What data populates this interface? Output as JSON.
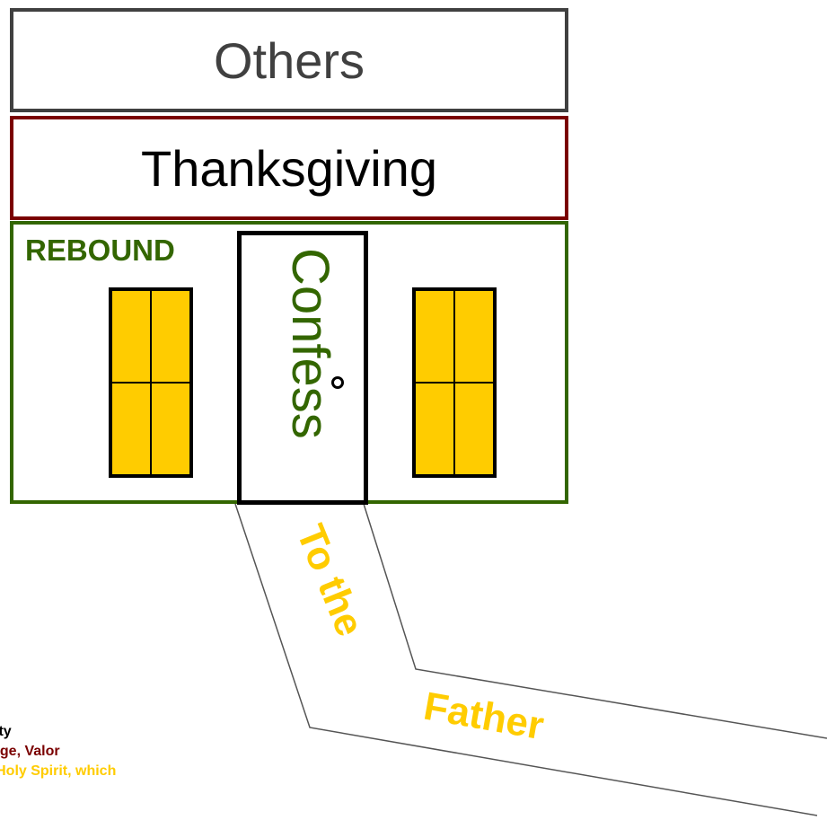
{
  "diagram": {
    "others_label": "Others",
    "thanksgiving_label": "Thanksgiving",
    "rebound_label": "REBOUND",
    "door_label": "Confess",
    "path_words": [
      "To the",
      "Father"
    ]
  },
  "qualities": [
    "grity",
    "urage, Valor",
    "he Holy Spirit, which"
  ],
  "colors": {
    "others_border": "#404040",
    "thanksgiving_border": "#7a0000",
    "rebound_green": "#336600",
    "window_gold": "#ffcc00",
    "path_gold": "#ffcc00"
  }
}
